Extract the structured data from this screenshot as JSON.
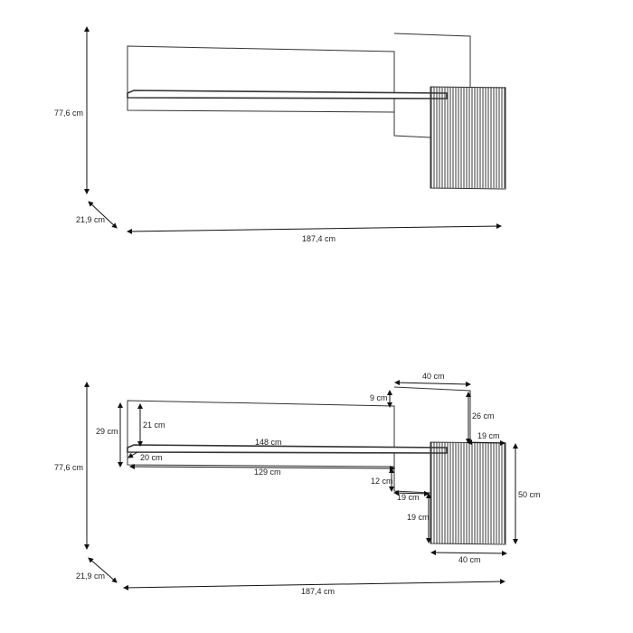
{
  "views": {
    "overall": {
      "height": "77,6 cm",
      "depth": "21,9 cm",
      "width": "187,4 cm"
    },
    "detailed": {
      "height": "77,6 cm",
      "depth": "21,9 cm",
      "width": "187,4 cm",
      "left_panel_height": "29 cm",
      "shelf_offset": "21 cm",
      "shelf_thickness": "20 cm",
      "shelf_length": "148 cm",
      "lower_panel_length": "129 cm",
      "top_panel_width": "40 cm",
      "top_panel_offset": "9 cm",
      "top_panel_gap": "26 cm",
      "slat_panel_offset": "19 cm",
      "step_height": "12 cm",
      "step_width": "19 cm",
      "step_lower": "19 cm",
      "slat_panel_height": "50 cm",
      "slat_panel_width": "40 cm"
    }
  },
  "colors": {
    "line": "#333333",
    "slats": "#3a3a3a"
  }
}
